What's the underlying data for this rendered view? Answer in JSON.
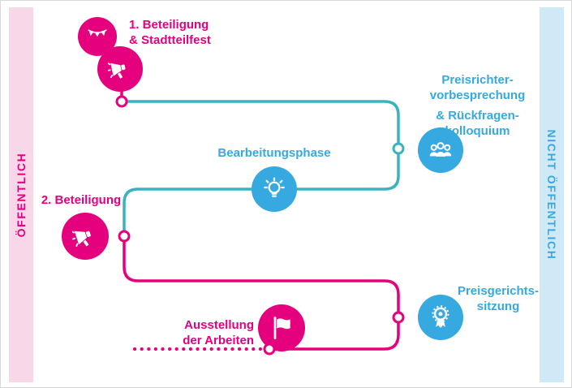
{
  "lanes": {
    "left": {
      "label": "ÖFFENTLICH"
    },
    "right": {
      "label": "NICHT ÖFFENTLICH"
    }
  },
  "steps": {
    "step1": {
      "line1": "1. Beteiligung",
      "line2": "& Stadtteilfest"
    },
    "jury_briefing": {
      "line1": "Preisrichter-",
      "line2": "vorbesprechung",
      "line3": "& Rückfragen-",
      "line4": "kolloquium"
    },
    "work_phase": {
      "label": "Bearbeitungsphase"
    },
    "step2": {
      "label": "2. Beteiligung"
    },
    "jury_session": {
      "line1": "Preisgerichts-",
      "line2": "sitzung"
    },
    "exhibition": {
      "line1": "Ausstellung",
      "line2": "der Arbeiten"
    }
  },
  "icons": {
    "step1_top": "bunting-icon",
    "step1_bottom": "megaphone-icon",
    "jury_briefing": "people-icon",
    "work_phase": "lightbulb-icon",
    "step2": "megaphone-icon",
    "jury_session": "medal-icon",
    "exhibition": "flag-icon"
  },
  "colors": {
    "pink": "#e5007d",
    "blue": "#36a9e1",
    "teal": "#3ab3bd",
    "lane_left_bg": "#f8d7e8",
    "lane_right_bg": "#cfe9f7"
  }
}
